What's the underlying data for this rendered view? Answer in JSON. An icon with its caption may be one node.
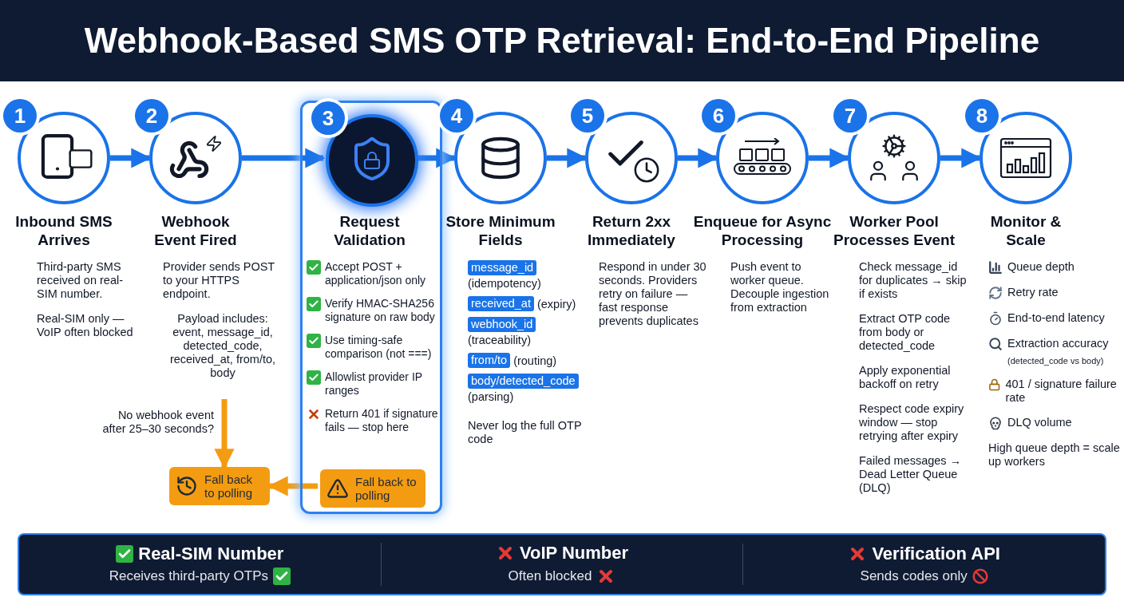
{
  "diagram": {
    "title": "Webhook-Based SMS OTP Retrieval: End-to-End Pipeline",
    "nodes": [
      {
        "text": [
          "1"
        ],
        "beside": [
          "Inbound SMS Arrives",
          "Third-party SMS received on real-SIM number.",
          "Real-SIM only — VoIP often blocked"
        ]
      },
      {
        "text": [
          "2"
        ],
        "beside": [
          "Webhook Event Fired",
          "Provider sends POST to your HTTPS endpoint.",
          "Payload includes: event, message_id, detected_code, received_at, from/to, body"
        ]
      },
      {
        "text": [
          "Fall back to polling"
        ]
      },
      {
        "text": [],
        "shape": "box"
      },
      {
        "text": [
          "3"
        ],
        "in": 3,
        "beside": [
          "Request Validation",
          "Accept POST + application/json only",
          "Verify HMAC-SHA256 signature on raw body",
          "Use timing-safe comparison (not ===)",
          "Allowlist provider IP ranges",
          "Return 401 if signature fails — stop here"
        ]
      },
      {
        "text": [
          "Fall back to polling"
        ],
        "in": 3
      },
      {
        "text": [
          "4"
        ],
        "beside": [
          "Store Minimum Fields",
          "message_id (idempotency)",
          "received_at (expiry)",
          "webhook_id (traceability)",
          "from/to (routing)",
          "body/detected_code (parsing)",
          "Never log the full OTP code"
        ]
      },
      {
        "text": [
          "5"
        ],
        "beside": [
          "Return 2xx Immediately",
          "Respond in under 30 seconds. Providers retry on failure — fast response prevents duplicates"
        ]
      },
      {
        "text": [
          "6"
        ],
        "beside": [
          "Enqueue for Async Processing",
          "Push event to worker queue. Decouple ingestion from extraction"
        ]
      },
      {
        "text": [
          "7"
        ],
        "beside": [
          "Worker Pool Processes Event",
          "Check message_id for duplicates → skip if exists",
          "Extract OTP code from body or detected_code",
          "Apply exponential backoff on retry",
          "Respect code expiry window — stop retrying after expiry",
          "Failed messages → Dead Letter Queue (DLQ)"
        ]
      },
      {
        "text": [
          "8"
        ],
        "beside": [
          "Monitor & Scale",
          "Queue depth",
          "Retry rate",
          "End-to-end latency",
          "Extraction accuracy",
          "(detected_code vs body)",
          "401 / signature failure rate",
          "DLQ volume",
          "High queue depth = scale up workers"
        ]
      }
    ],
    "edges": [
      {
        "from": 0,
        "to": 1,
        "arrow": "to"
      },
      {
        "from": 1,
        "to": 4,
        "arrow": "to"
      },
      {
        "from": 4,
        "to": 6,
        "arrow": "to"
      },
      {
        "from": 6,
        "to": 7,
        "arrow": "to"
      },
      {
        "from": 7,
        "to": 8,
        "arrow": "to"
      },
      {
        "from": 8,
        "to": 9,
        "arrow": "to"
      },
      {
        "from": 9,
        "to": 10,
        "arrow": "to"
      },
      {
        "from": 1,
        "to": 2,
        "arrow": "to",
        "label": "No webhook event after 25–30 seconds?",
        "color": "#f39c12"
      },
      {
        "from": 5,
        "to": 2,
        "arrow": "to",
        "color": "#f39c12"
      }
    ],
    "labels": [
      "Real-SIM Number",
      "Receives third-party OTPs",
      "VoIP Number",
      "Often blocked",
      "Verification API",
      "Sends codes only"
    ]
  }
}
